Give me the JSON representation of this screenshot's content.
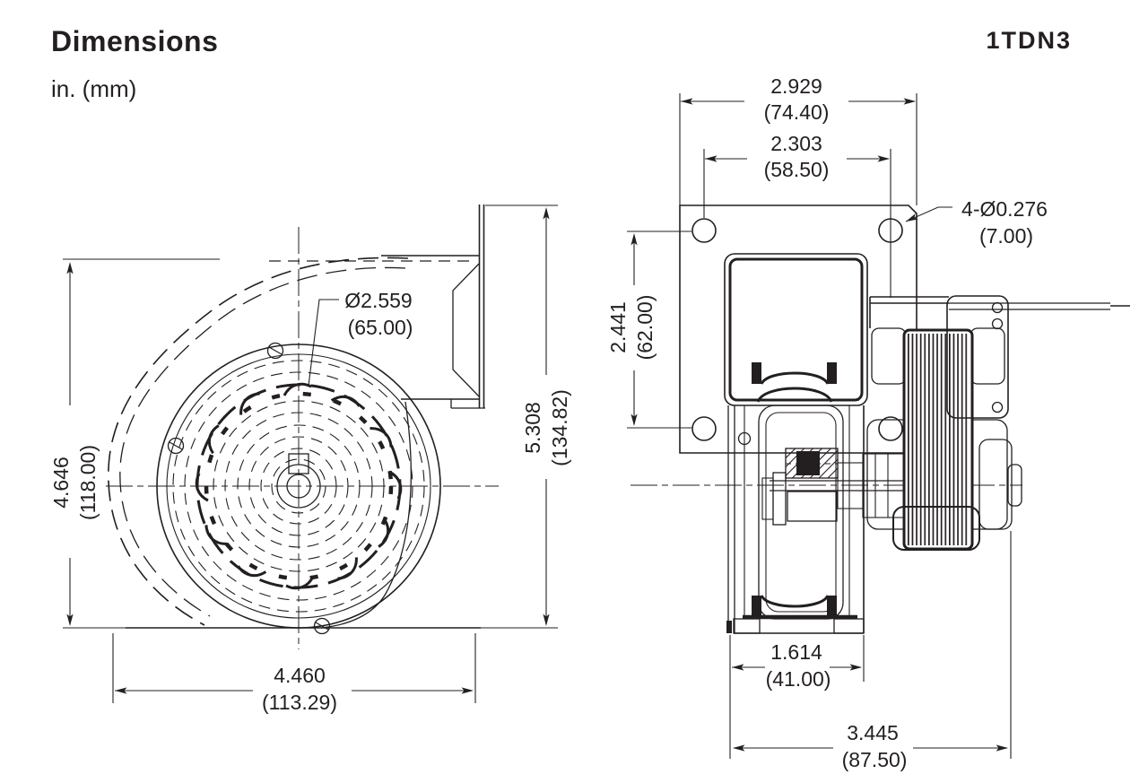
{
  "header": {
    "title": "Dimensions",
    "units": "in. (mm)",
    "model": "1TDN3"
  },
  "front_view": {
    "impeller_diameter": {
      "in": "Ø2.559",
      "mm": "(65.00)"
    },
    "housing_height": {
      "in": "4.646",
      "mm": "(118.00)"
    },
    "overall_height": {
      "in": "5.308",
      "mm": "(134.82)"
    },
    "housing_width": {
      "in": "4.460",
      "mm": "(113.29)"
    }
  },
  "side_view": {
    "flange_width": {
      "in": "2.929",
      "mm": "(74.40)"
    },
    "hole_spacing_horizontal": {
      "in": "2.303",
      "mm": "(58.50)"
    },
    "hole_spacing_vertical": {
      "in": "2.441",
      "mm": "(62.00)"
    },
    "mounting_holes": {
      "in": "4-Ø0.276",
      "mm": "(7.00)"
    },
    "housing_depth": {
      "in": "1.614",
      "mm": "(41.00)"
    },
    "overall_depth": {
      "in": "3.445",
      "mm": "(87.50)"
    }
  },
  "colors": {
    "line": "#231f20",
    "background": "#ffffff"
  }
}
